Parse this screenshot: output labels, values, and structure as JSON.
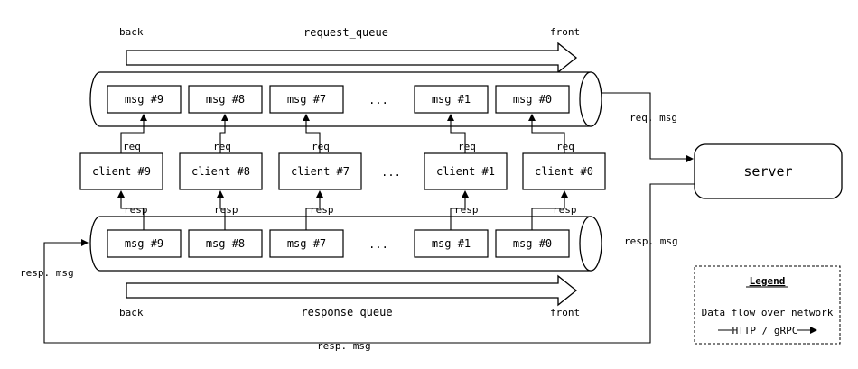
{
  "request_queue": {
    "title": "request_queue",
    "back_label": "back",
    "front_label": "front",
    "messages": [
      "msg #9",
      "msg #8",
      "msg #7",
      "...",
      "msg #1",
      "msg #0"
    ]
  },
  "response_queue": {
    "title": "response_queue",
    "back_label": "back",
    "front_label": "front",
    "messages": [
      "msg #9",
      "msg #8",
      "msg #7",
      "...",
      "msg #1",
      "msg #0"
    ]
  },
  "clients": [
    "client #9",
    "client #8",
    "client #7",
    "...",
    "client #1",
    "client #0"
  ],
  "req_label": "req",
  "resp_label": "resp",
  "server": {
    "label": "server"
  },
  "flow_labels": {
    "req_msg": "req. msg",
    "resp_msg_right": "resp. msg",
    "resp_msg_bottom": "resp. msg",
    "resp_msg_left": "resp. msg"
  },
  "legend": {
    "title": "Legend",
    "description": "Data flow over network",
    "arrow_label": "HTTP / gRPC"
  }
}
